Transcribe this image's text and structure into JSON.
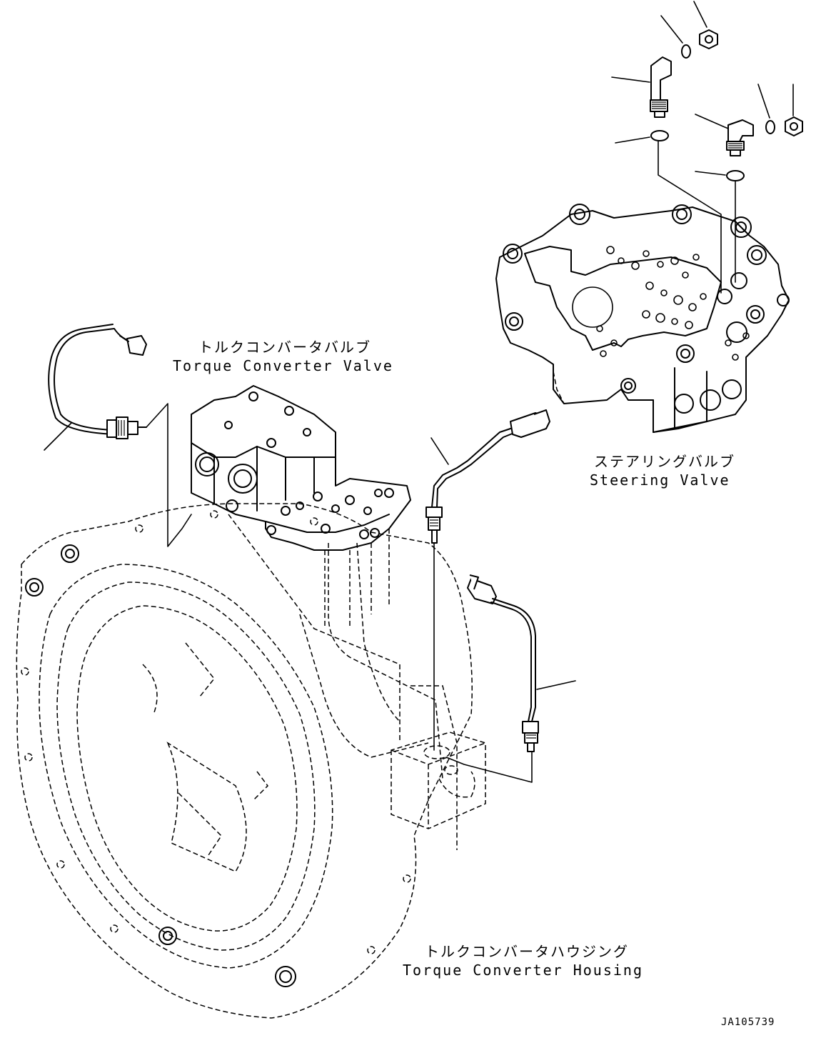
{
  "labels": {
    "torque_converter_valve_jp": "トルクコンバータバルブ",
    "torque_converter_valve_en": "Torque Converter Valve",
    "steering_valve_jp": "ステアリングバルブ",
    "steering_valve_en": "Steering Valve",
    "torque_converter_housing_jp": "トルクコンバータハウジング",
    "torque_converter_housing_en": "Torque Converter Housing"
  },
  "drawing_code": "JA105739"
}
